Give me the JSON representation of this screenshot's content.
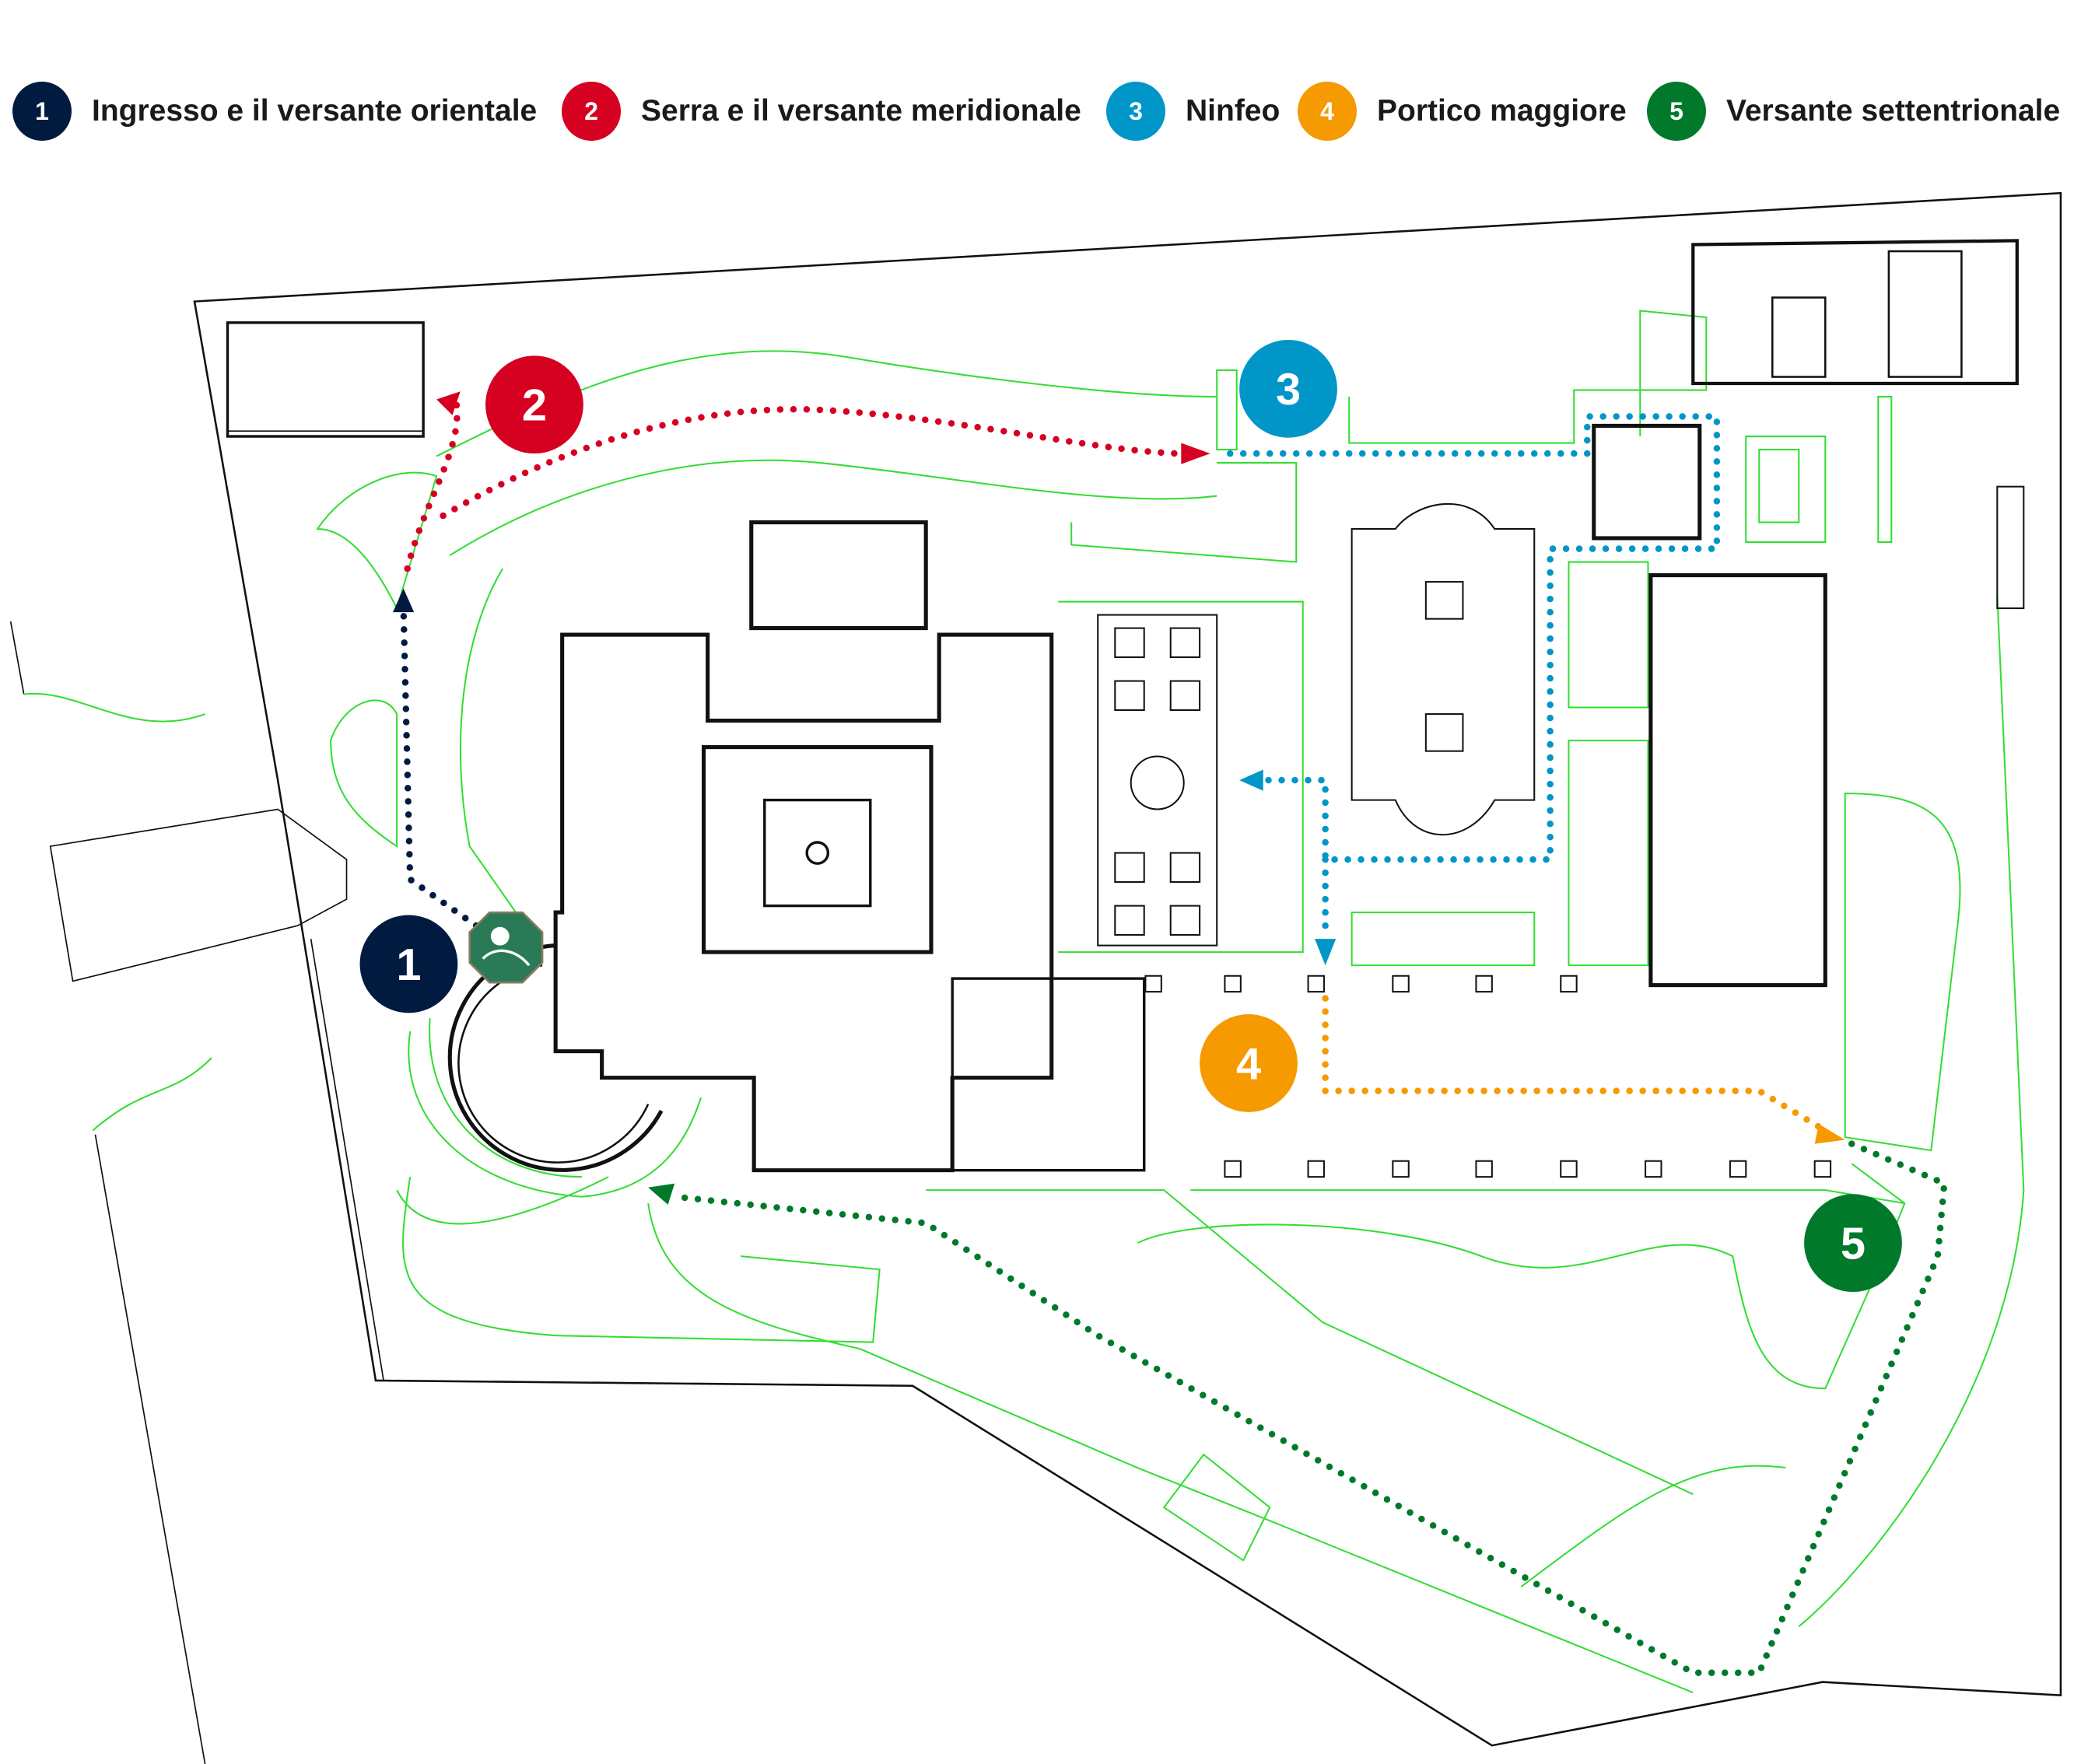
{
  "legend": [
    {
      "number": "1",
      "label": "Ingresso e il versante orientale",
      "color": "#001a40"
    },
    {
      "number": "2",
      "label": "Serra e il versante meridionale",
      "color": "#d60021"
    },
    {
      "number": "3",
      "label": "Ninfeo",
      "color": "#0096c8"
    },
    {
      "number": "4",
      "label": "Portico maggiore",
      "color": "#f59a00"
    },
    {
      "number": "5",
      "label": "Versante settentrionale",
      "color": "#007a2a"
    }
  ],
  "colors": {
    "garden_lines": "#33dd33",
    "walls": "#111111",
    "logo_green": "#2a7a58"
  },
  "icons": {
    "entrance_logo": "angel-emblem-icon"
  }
}
